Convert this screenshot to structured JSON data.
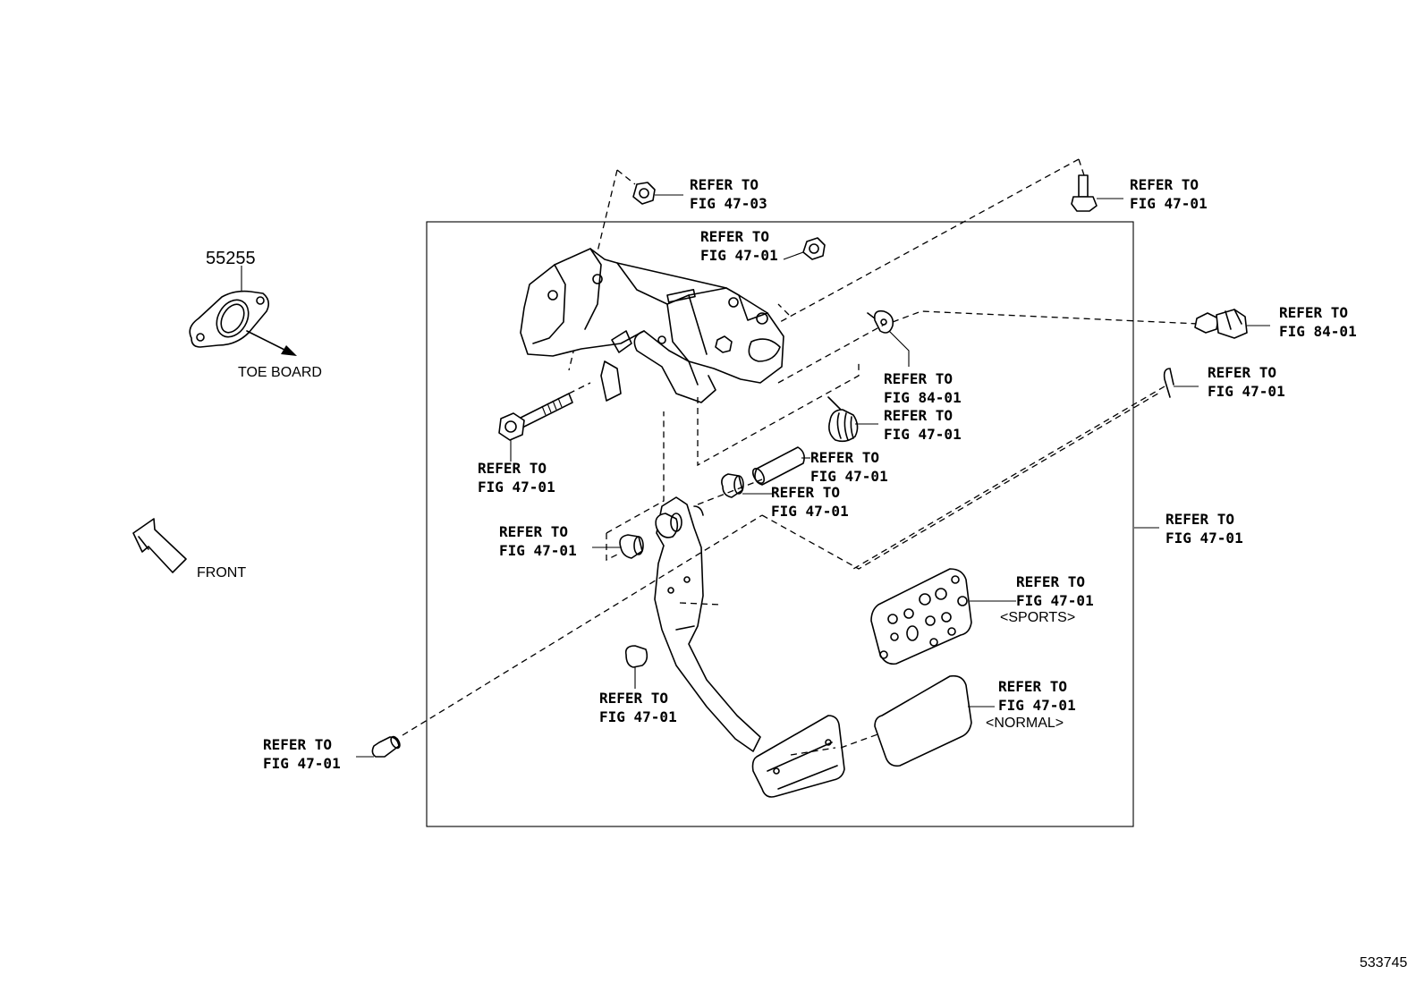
{
  "part_number": "55255",
  "toe_board_label": "TOE BOARD",
  "front_label": "FRONT",
  "figure_id": "533745",
  "callouts": [
    {
      "line1": "REFER TO",
      "line2": "FIG 47-03"
    },
    {
      "line1": "REFER TO",
      "line2": "FIG 47-01"
    },
    {
      "line1": "REFER TO",
      "line2": "FIG 47-01"
    },
    {
      "line1": "REFER TO",
      "line2": "FIG 84-01"
    },
    {
      "line1": "REFER TO",
      "line2": "FIG 84-01"
    },
    {
      "line1": "REFER TO",
      "line2": "FIG 47-01"
    },
    {
      "line1": "REFER TO",
      "line2": "FIG 47-01"
    },
    {
      "line1": "REFER TO",
      "line2": "FIG 47-01"
    },
    {
      "line1": "REFER TO",
      "line2": "FIG 47-01"
    },
    {
      "line1": "REFER TO",
      "line2": "FIG 47-01"
    },
    {
      "line1": "REFER TO",
      "line2": "FIG 47-01"
    },
    {
      "line1": "REFER TO",
      "line2": "FIG 47-01"
    },
    {
      "line1": "REFER TO",
      "line2": "FIG 47-01"
    },
    {
      "line1": "REFER TO",
      "line2": "FIG 47-01"
    },
    {
      "line1": "REFER TO",
      "line2": "FIG 47-01"
    },
    {
      "line1": "REFER TO",
      "line2": "FIG 47-01"
    }
  ],
  "sports_label": "<SPORTS>",
  "normal_label": "<NORMAL>"
}
